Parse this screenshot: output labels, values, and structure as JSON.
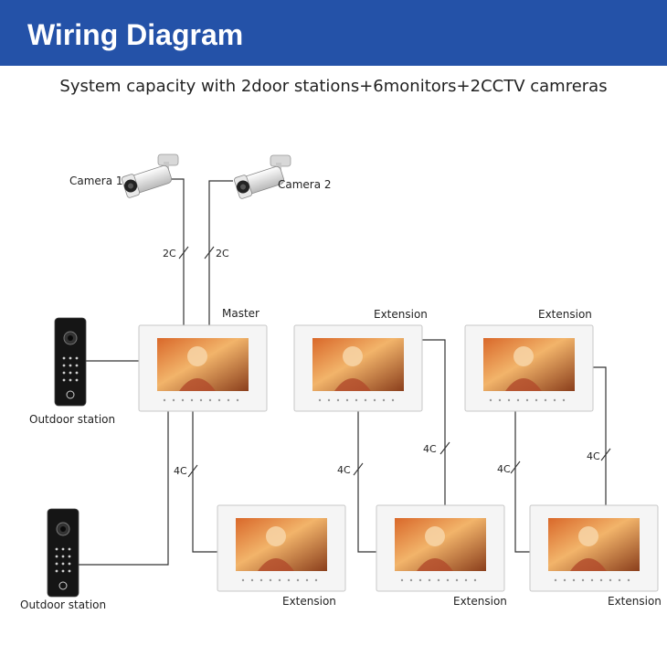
{
  "header": {
    "title": "Wiring Diagram"
  },
  "subtitle": "System capacity with 2door stations+6monitors+2CCTV camreras",
  "colors": {
    "banner": "#2452a8",
    "wire": "#333333",
    "monitor_frame": "#f4f4f4",
    "station": "#111111"
  },
  "cameras": [
    {
      "label": "Camera 1"
    },
    {
      "label": "Camera 2"
    }
  ],
  "stations": [
    {
      "label": "Outdoor station"
    },
    {
      "label": "Outdoor station"
    }
  ],
  "monitors": [
    {
      "label": "Master"
    },
    {
      "label": "Extension"
    },
    {
      "label": "Extension"
    },
    {
      "label": "Extension"
    },
    {
      "label": "Extension"
    },
    {
      "label": "Extension"
    }
  ],
  "wires": [
    {
      "label": "2C"
    },
    {
      "label": "2C"
    },
    {
      "label": "4C"
    },
    {
      "label": "4C"
    },
    {
      "label": "4C"
    },
    {
      "label": "4C"
    },
    {
      "label": "4C"
    }
  ]
}
